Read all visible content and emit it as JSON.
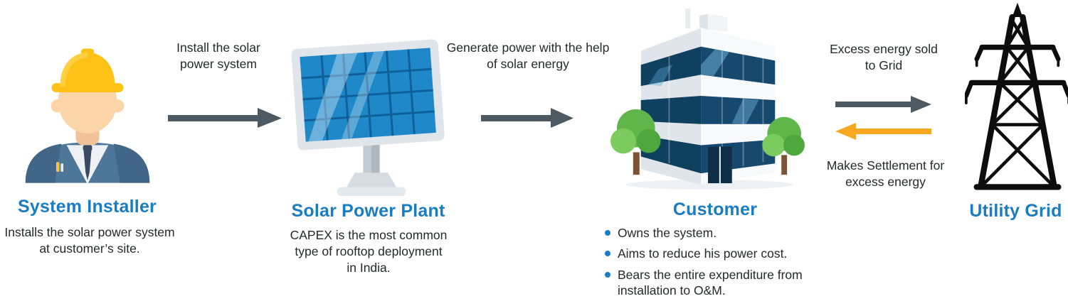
{
  "diagram": {
    "installer": {
      "title": "System Installer",
      "description": "Installs the solar power system at customer’s site."
    },
    "install_arrow": {
      "label": "Install the solar power system"
    },
    "plant": {
      "title": "Solar Power Plant",
      "description": "CAPEX is the most common type of rooftop deployment in India."
    },
    "generate_arrow": {
      "label": "Generate power with the help of solar energy"
    },
    "customer": {
      "title": "Customer",
      "bullets": [
        "Owns the system.",
        "Aims to reduce his power cost.",
        "Bears the entire expenditure from installation to O&M."
      ]
    },
    "grid_exchange": {
      "excess_label": "Excess energy sold to Grid",
      "settlement_label": "Makes Settlement for excess energy"
    },
    "utility": {
      "title": "Utility Grid"
    }
  },
  "colors": {
    "title_blue": "#1a7dc2",
    "arrow_gray": "#4d5a63",
    "arrow_orange": "#f7a823",
    "text_dark": "#26282a",
    "bullet_blue": "#1a7dc2",
    "hat_yellow": "#fdc215",
    "panel_blue": "#1e88c9",
    "tree_green": "#61b64b",
    "tower_black": "#0d0d0d"
  }
}
